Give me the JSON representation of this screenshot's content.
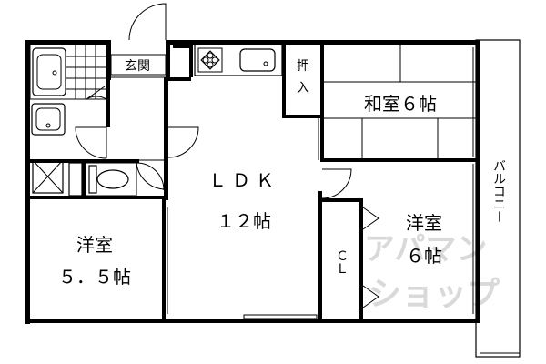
{
  "rooms": {
    "genkan": "玄関",
    "oshiire": "押入",
    "washitsu": "和室６帖",
    "ldk_name": "ＬＤＫ",
    "ldk_size": "１２帖",
    "yoshitsu_right_name": "洋室",
    "yoshitsu_right_size": "６帖",
    "yoshitsu_left_name": "洋室",
    "yoshitsu_left_size": "５．５帖",
    "closet": "ＣＬ",
    "balcony": "バルコニー"
  },
  "watermark": {
    "line1": "アパマン",
    "line2": "ショップ"
  }
}
